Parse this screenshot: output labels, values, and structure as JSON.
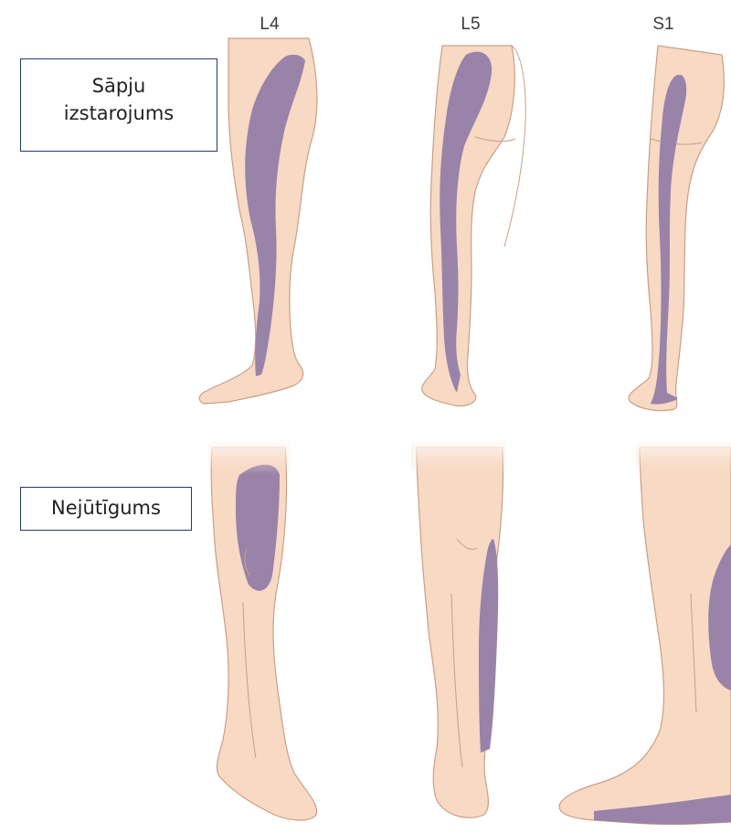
{
  "columns": [
    "L4",
    "L5",
    "S1"
  ],
  "rows": {
    "pain": {
      "label_line1": "Sāpju",
      "label_line2": "izstarojums"
    },
    "numbness": {
      "label": "Nejūtīgums"
    }
  },
  "colors": {
    "skin": "#f7d9c4",
    "skin_outline": "#c99f86",
    "dermatome": "#9a83a8",
    "frame": "#1f3d6b"
  }
}
